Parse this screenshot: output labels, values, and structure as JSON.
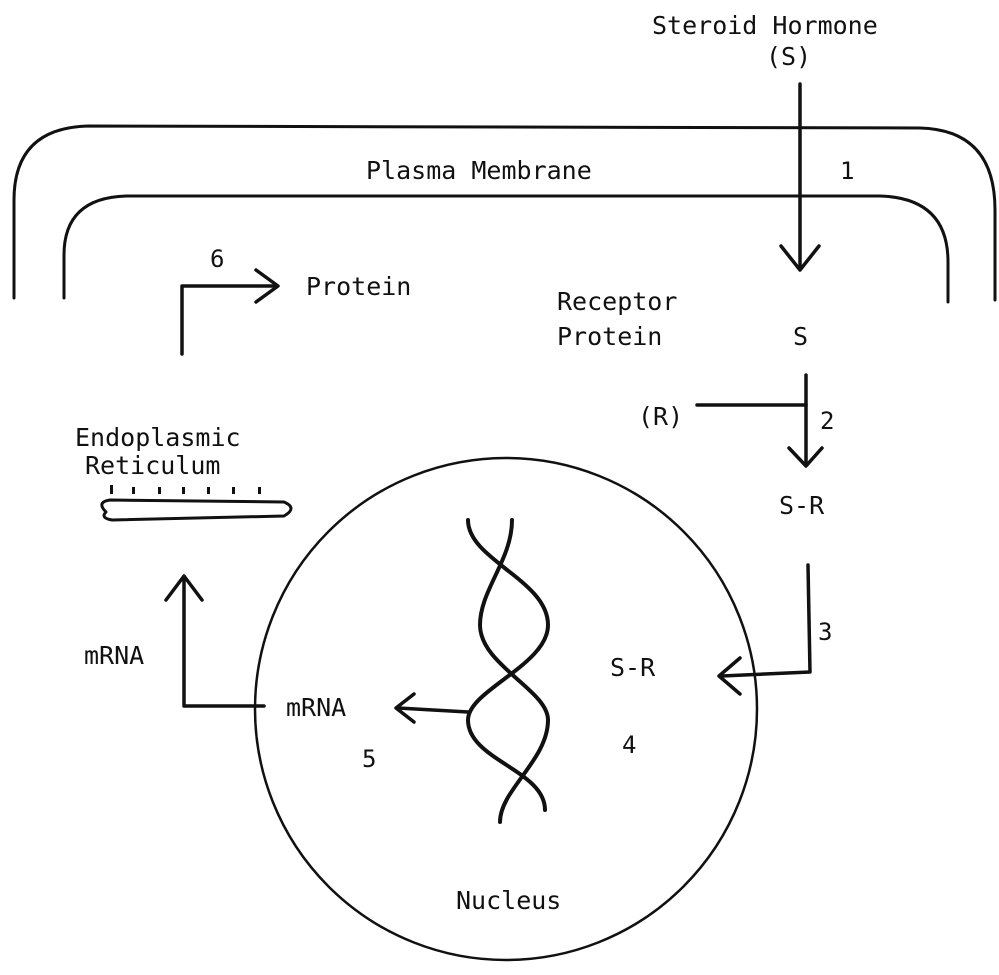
{
  "labels": {
    "steroid_hormone": "Steroid Hormone",
    "s_paren": "(S)",
    "plasma_membrane": "Plasma Membrane",
    "protein": "Protein",
    "receptor_line1": "Receptor",
    "receptor_line2": "Protein",
    "s": "S",
    "r_paren": "(R)",
    "endoplasmic_line1": "Endoplasmic",
    "endoplasmic_line2": "Reticulum",
    "s_r_outer": "S-R",
    "s_r_inner": "S-R",
    "mrna_outer": "mRNA",
    "mrna_inner": "mRNA",
    "nucleus": "Nucleus"
  },
  "steps": {
    "step1": "1",
    "step2": "2",
    "step3": "3",
    "step4": "4",
    "step5": "5",
    "step6": "6"
  }
}
